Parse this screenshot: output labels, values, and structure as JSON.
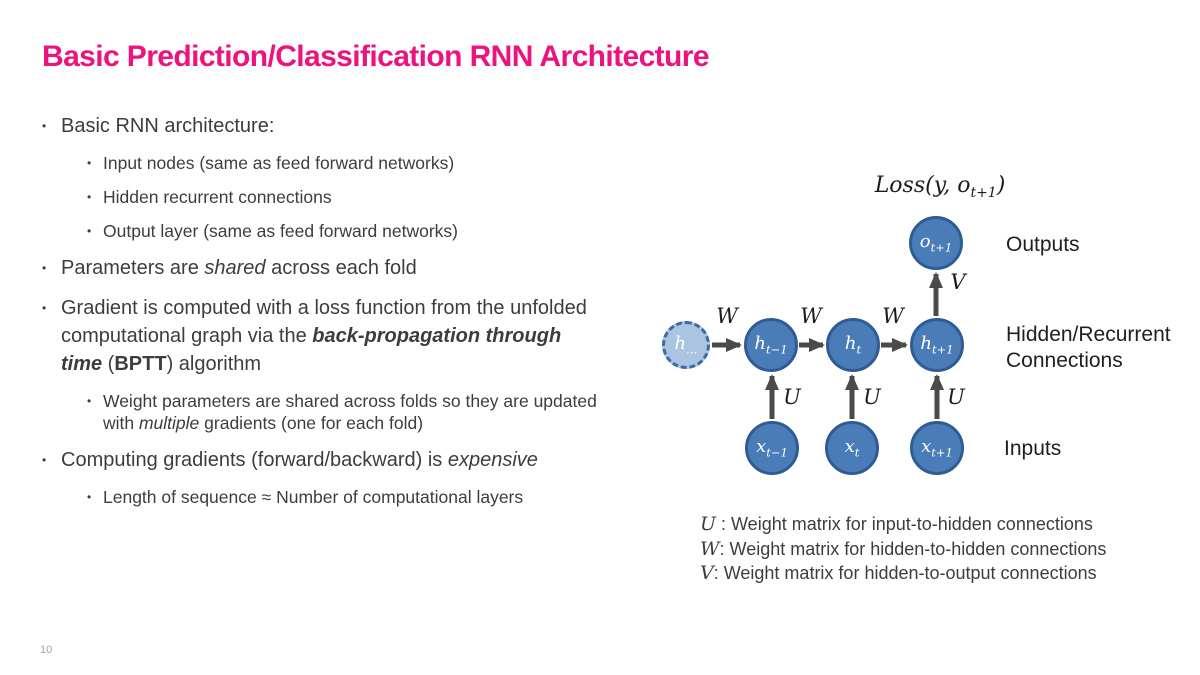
{
  "ui": {
    "bullet_char": "•"
  },
  "slide": {
    "title": "Basic Prediction/Classification RNN Architecture",
    "page_number": "10"
  },
  "bullets": [
    {
      "level": 1,
      "runs": [
        {
          "t": "Basic RNN architecture:"
        }
      ]
    },
    {
      "level": 2,
      "runs": [
        {
          "t": "Input nodes (same as feed forward networks)"
        }
      ]
    },
    {
      "level": 2,
      "runs": [
        {
          "t": "Hidden recurrent connections"
        }
      ]
    },
    {
      "level": 2,
      "runs": [
        {
          "t": "Output layer (same as feed forward networks)"
        }
      ]
    },
    {
      "level": 1,
      "runs": [
        {
          "t": "Parameters are "
        },
        {
          "t": "shared",
          "style": "i"
        },
        {
          "t": " across each fold"
        }
      ]
    },
    {
      "level": 1,
      "runs": [
        {
          "t": "Gradient is computed with a loss function from the unfolded computational graph via the "
        },
        {
          "t": "back-propagation through time",
          "style": "bi"
        },
        {
          "t": " ("
        },
        {
          "t": "BPTT",
          "style": "b"
        },
        {
          "t": ") algorithm"
        }
      ]
    },
    {
      "level": 2,
      "runs": [
        {
          "t": "Weight parameters are shared across folds so they are updated with "
        },
        {
          "t": "multiple",
          "style": "i"
        },
        {
          "t": " gradients (one for each fold)"
        }
      ]
    },
    {
      "level": 1,
      "runs": [
        {
          "t": "Computing gradients (forward/backward) is "
        },
        {
          "t": "expensive",
          "style": "i"
        }
      ]
    },
    {
      "level": 2,
      "runs": [
        {
          "t": "Length of sequence ≈ Number of computational layers"
        }
      ]
    }
  ],
  "diagram": {
    "loss": {
      "prefix": "Loss(y, o",
      "sub": "t+1",
      "suffix": ")"
    },
    "nodes": [
      {
        "base": "h",
        "sub": "…"
      },
      {
        "base": "h",
        "sub": "t−1"
      },
      {
        "base": "h",
        "sub": "t"
      },
      {
        "base": "h",
        "sub": "t+1"
      },
      {
        "base": "x",
        "sub": "t−1"
      },
      {
        "base": "x",
        "sub": "t"
      },
      {
        "base": "x",
        "sub": "t+1"
      },
      {
        "base": "o",
        "sub": "t+1"
      }
    ],
    "edge_labels": {
      "hidden_to_hidden": "W",
      "input_to_hidden": "U",
      "hidden_to_output": "V"
    },
    "side_labels": {
      "outputs": "Outputs",
      "hidden": "Hidden/Recurrent Connections",
      "inputs": "Inputs"
    },
    "legend": [
      {
        "symbol": "U",
        "rest": " : Weight matrix for input-to-hidden connections"
      },
      {
        "symbol": "W",
        "rest": ": Weight matrix for hidden-to-hidden connections"
      },
      {
        "symbol": "V",
        "rest": ": Weight matrix for hidden-to-output connections"
      }
    ],
    "colors": {
      "node_fill": "#4a7db8",
      "node_border": "#2f5c94",
      "ghost_fill": "#abc4e1",
      "arrow": "#4a4a4a",
      "title_accent": "#ec137f"
    }
  }
}
